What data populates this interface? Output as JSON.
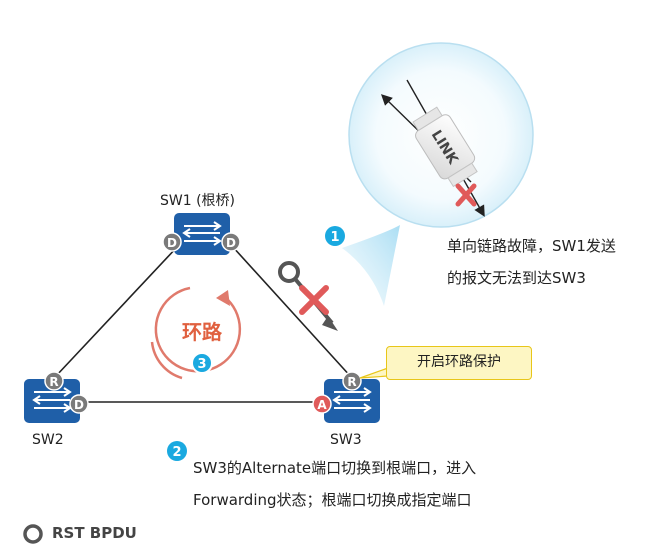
{
  "switches": {
    "sw1": {
      "label": "SW1 (根桥)",
      "ports": [
        "D",
        "D"
      ]
    },
    "sw2": {
      "label": "SW2",
      "ports": [
        "R",
        "D"
      ]
    },
    "sw3": {
      "label": "SW3",
      "ports": [
        "R",
        "A"
      ]
    }
  },
  "loop": {
    "label": "环路",
    "step": "3"
  },
  "zoom": {
    "link_label": "LINK"
  },
  "steps": [
    {
      "number": "1",
      "text_lines": [
        "单向链路故障，SW1发送",
        "的报文无法到达SW3"
      ]
    },
    {
      "number": "2",
      "text_lines": [
        "SW3的Alternate端口切换到根端口，进入",
        "Forwarding状态；根端口切换成指定端口"
      ]
    }
  ],
  "callout": {
    "text": "开启环路保护"
  },
  "legend": {
    "label": "RST BPDU"
  },
  "colors": {
    "switch_blue": "#1f5fa8",
    "port_gray": "#7a7a7a",
    "alternate_red": "#e05a5a",
    "step_blue": "#1aa9e0",
    "callout_fill": "#fdf6c3",
    "callout_border": "#e8c619"
  }
}
